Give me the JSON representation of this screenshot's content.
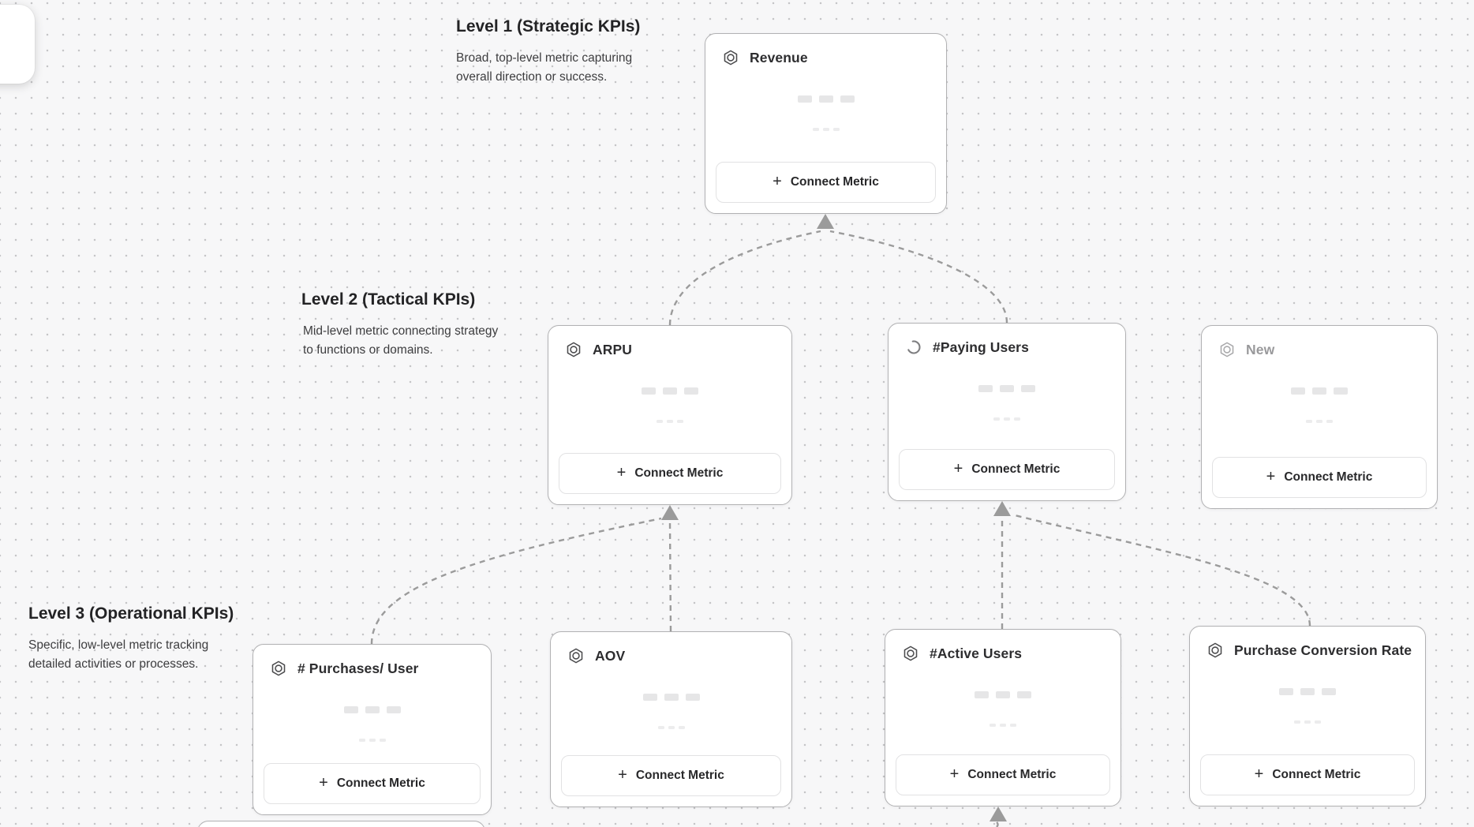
{
  "levels": [
    {
      "title": "Level 1 (Strategic KPIs)",
      "description": "Broad, top-level metric capturing overall direction or success."
    },
    {
      "title": "Level 2 (Tactical KPIs)",
      "description": "Mid-level metric connecting strategy to functions or domains."
    },
    {
      "title": "Level 3 (Operational KPIs)",
      "description": "Specific, low-level metric tracking detailed activities or processes."
    }
  ],
  "cards": [
    {
      "id": "revenue",
      "title": "Revenue",
      "icon": "hexagon-metric",
      "button_label": "Connect Metric",
      "level": 1
    },
    {
      "id": "arpu",
      "title": "ARPU",
      "icon": "hexagon-metric",
      "button_label": "Connect Metric",
      "level": 2
    },
    {
      "id": "paying-users",
      "title": "#Paying Users",
      "icon": "loading-spinner",
      "button_label": "Connect Metric",
      "level": 2
    },
    {
      "id": "new",
      "title": "New",
      "icon": "hexagon-metric",
      "button_label": "Connect Metric",
      "level": 2,
      "muted": true
    },
    {
      "id": "purchases-per-user",
      "title": "# Purchases/ User",
      "icon": "hexagon-metric",
      "button_label": "Connect Metric",
      "level": 3
    },
    {
      "id": "aov",
      "title": "AOV",
      "icon": "hexagon-metric",
      "button_label": "Connect Metric",
      "level": 3
    },
    {
      "id": "active-users",
      "title": "#Active Users",
      "icon": "hexagon-metric",
      "button_label": "Connect Metric",
      "level": 3
    },
    {
      "id": "purchase-conversion-rate",
      "title": "Purchase Conversion Rate",
      "icon": "hexagon-metric",
      "button_label": "Connect Metric",
      "level": 3
    }
  ],
  "edges": [
    {
      "from": "ARPU",
      "to": "Revenue"
    },
    {
      "from": "#Paying Users",
      "to": "Revenue"
    },
    {
      "from": "# Purchases/ User",
      "to": "ARPU"
    },
    {
      "from": "AOV",
      "to": "ARPU"
    },
    {
      "from": "#Active Users",
      "to": "#Paying Users"
    },
    {
      "from": "Purchase Conversion Rate",
      "to": "#Paying Users"
    },
    {
      "from": "(offscreen)",
      "to": "#Active Users"
    }
  ],
  "icons": {
    "plus": "+",
    "metric": "hexagon-with-inner-circle",
    "loading": "spinner-arc"
  },
  "colors": {
    "canvas_bg": "#f7f7f8",
    "grid_dot": "#c5c5c7",
    "card_border": "#b1b1b3",
    "edge": "#9b9b9b",
    "card_title": "#2d2d2f",
    "muted_title": "#99999b",
    "skeleton": "#e6e6e7"
  }
}
